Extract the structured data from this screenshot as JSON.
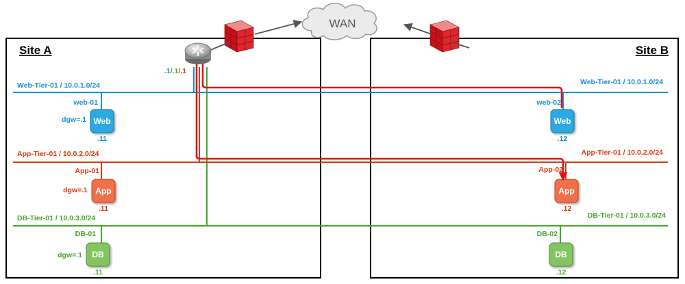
{
  "site_a": {
    "title": "Site A"
  },
  "site_b": {
    "title": "Site B"
  },
  "wan": {
    "label": "WAN"
  },
  "router": {
    "ip_parts": [
      ".1",
      "/.1",
      "/.1"
    ]
  },
  "colors": {
    "web": "#1a8fcf",
    "app": "#d93b0e",
    "db": "#47a52b",
    "web_fill": "#29aae1",
    "app_fill": "#f0714a",
    "db_fill": "#84c562",
    "traffic": "#e0131b",
    "border": "#000000"
  },
  "networks": {
    "web_a": "Web-Tier-01 / 10.0.1.0/24",
    "web_b": "Web-Tier-01 / 10.0.1.0/24",
    "app_a": "App-Tier-01 / 10.0.2.0/24",
    "app_b": "App-Tier-01 / 10.0.2.0/24",
    "db_a": "DB-Tier-01  / 10.0.3.0/24",
    "db_b": "DB-Tier-01  / 10.0.3.0/24"
  },
  "hosts": {
    "web01": {
      "name": "web-01",
      "dgw": "dgw=.1",
      "icon": "Web",
      "ip": ".11"
    },
    "app01": {
      "name": "App-01",
      "dgw": "dgw=.1",
      "icon": "App",
      "ip": ".11"
    },
    "db01": {
      "name": "DB-01",
      "dgw": "dgw=.1",
      "icon": "DB",
      "ip": ".11"
    },
    "web02": {
      "name": "web-02",
      "icon": "Web",
      "ip": ".12"
    },
    "app02": {
      "name": "App-02",
      "icon": "App",
      "ip": ".12"
    },
    "db02": {
      "name": "DB-02",
      "icon": "DB",
      "ip": ".12"
    }
  }
}
